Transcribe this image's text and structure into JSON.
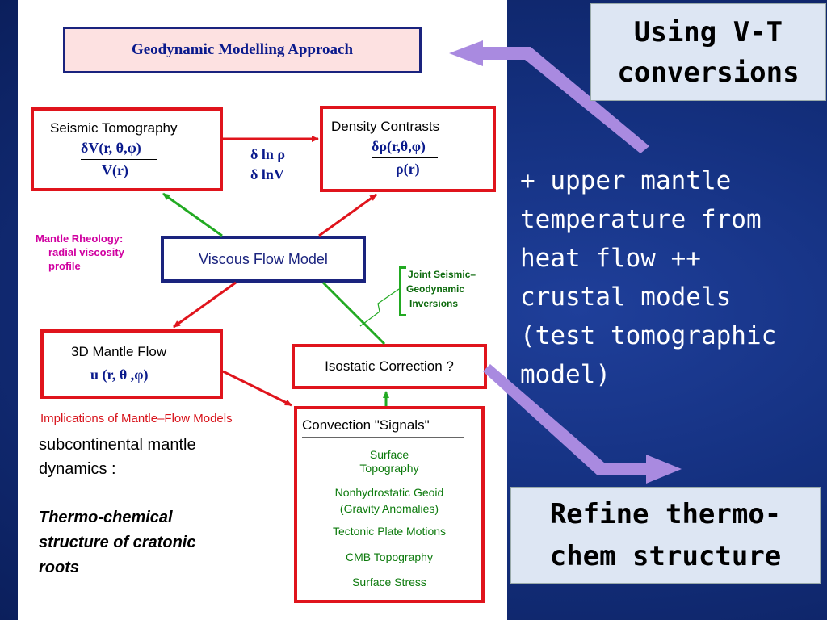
{
  "title": "Geodynamic Modelling Approach",
  "seismic": {
    "label": "Seismic Tomography",
    "numerator": "δV(r, θ,φ)",
    "denominator": "V(r)"
  },
  "density": {
    "label": "Density Contrasts",
    "numerator": "δρ(r,θ,φ)",
    "denominator": "ρ(r)"
  },
  "conversion": {
    "numerator": "δ ln ρ",
    "denominator": "δ lnV"
  },
  "rheology": {
    "line1": "Mantle Rheology:",
    "line2": "radial viscosity",
    "line3": "profile"
  },
  "viscous_flow": "Viscous Flow Model",
  "joint": {
    "line1": "Joint Seismic–",
    "line2": "Geodynamic",
    "line3": "Inversions"
  },
  "mantle_flow": {
    "label": "3D Mantle Flow",
    "formula": "u (r,  θ ,φ)"
  },
  "isostatic": "Isostatic Correction ?",
  "implications": "Implications of Mantle–Flow Models",
  "convection": {
    "title": "Convection \"Signals\"",
    "items": [
      {
        "line1": "Surface",
        "line2": "Topography"
      },
      {
        "line1": "Nonhydrostatic Geoid",
        "line2": "(Gravity Anomalies)"
      },
      {
        "line1": "Tectonic Plate Motions",
        "line2": ""
      },
      {
        "line1": "CMB Topography",
        "line2": ""
      },
      {
        "line1": "Surface Stress",
        "line2": ""
      }
    ]
  },
  "subcontinental": {
    "line1": "subcontinental mantle",
    "line2": "dynamics :"
  },
  "thermo": {
    "line1": "Thermo-chemical",
    "line2": "structure of cratonic",
    "line3": "roots"
  },
  "right": {
    "using": {
      "line1": "Using V-T",
      "line2": "conversions"
    },
    "paragraph": {
      "line1": "+ upper mantle",
      "line2": "temperature from",
      "line3": "heat flow ++",
      "line4": "crustal models",
      "line5": "(test tomographic",
      "line6": "model)"
    },
    "refine": {
      "line1": "Refine thermo-",
      "line2": "chem structure"
    }
  },
  "colors": {
    "red": "#e0141c",
    "navy": "#1a237e",
    "green": "#22aa22",
    "lavender": "#a98ae0",
    "background": "#14307f"
  }
}
